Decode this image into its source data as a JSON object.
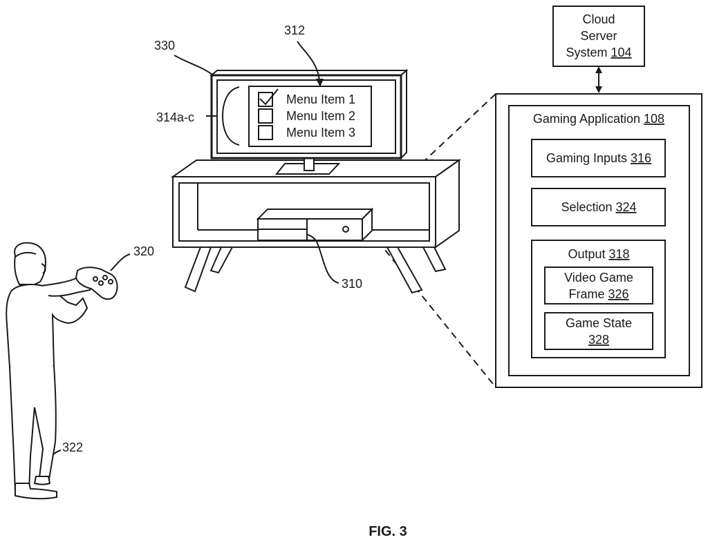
{
  "figure_label": "FIG. 3",
  "refs": {
    "tv": "330",
    "menu": "312",
    "menu_items_ref": "314a-c",
    "player_controller": "320",
    "player": "322",
    "console": "310"
  },
  "menu_items": [
    {
      "label": "Menu Item 1",
      "checked": true
    },
    {
      "label": "Menu Item 2",
      "checked": false
    },
    {
      "label": "Menu Item 3",
      "checked": false
    }
  ],
  "cloud": {
    "line1": "Cloud",
    "line2": "Server",
    "line3_text": "System ",
    "line3_ref": "104"
  },
  "gaming_app": {
    "title_text": "Gaming Application ",
    "title_ref": "108",
    "inputs_text": "Gaming Inputs ",
    "inputs_ref": "316",
    "selection_text": "Selection ",
    "selection_ref": "324",
    "output_text": "Output ",
    "output_ref": "318",
    "video_line1": "Video Game",
    "video_line2_text": "Frame ",
    "video_line2_ref": "326",
    "state_line1": "Game State",
    "state_ref": "328"
  }
}
